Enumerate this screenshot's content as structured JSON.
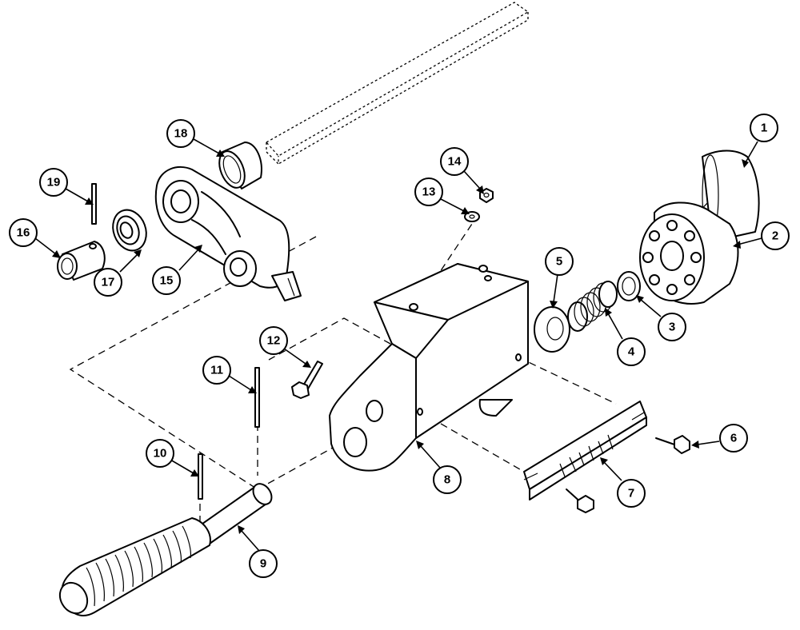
{
  "callouts": [
    {
      "id": "callout-1",
      "label": "1"
    },
    {
      "id": "callout-2",
      "label": "2"
    },
    {
      "id": "callout-3",
      "label": "3"
    },
    {
      "id": "callout-4",
      "label": "4"
    },
    {
      "id": "callout-5",
      "label": "5"
    },
    {
      "id": "callout-6",
      "label": "6"
    },
    {
      "id": "callout-7",
      "label": "7"
    },
    {
      "id": "callout-8",
      "label": "8"
    },
    {
      "id": "callout-9",
      "label": "9"
    },
    {
      "id": "callout-10",
      "label": "10"
    },
    {
      "id": "callout-11",
      "label": "11"
    },
    {
      "id": "callout-12",
      "label": "12"
    },
    {
      "id": "callout-13",
      "label": "13"
    },
    {
      "id": "callout-14",
      "label": "14"
    },
    {
      "id": "callout-15",
      "label": "15"
    },
    {
      "id": "callout-16",
      "label": "16"
    },
    {
      "id": "callout-17",
      "label": "17"
    },
    {
      "id": "callout-18",
      "label": "18"
    },
    {
      "id": "callout-19",
      "label": "19"
    }
  ]
}
